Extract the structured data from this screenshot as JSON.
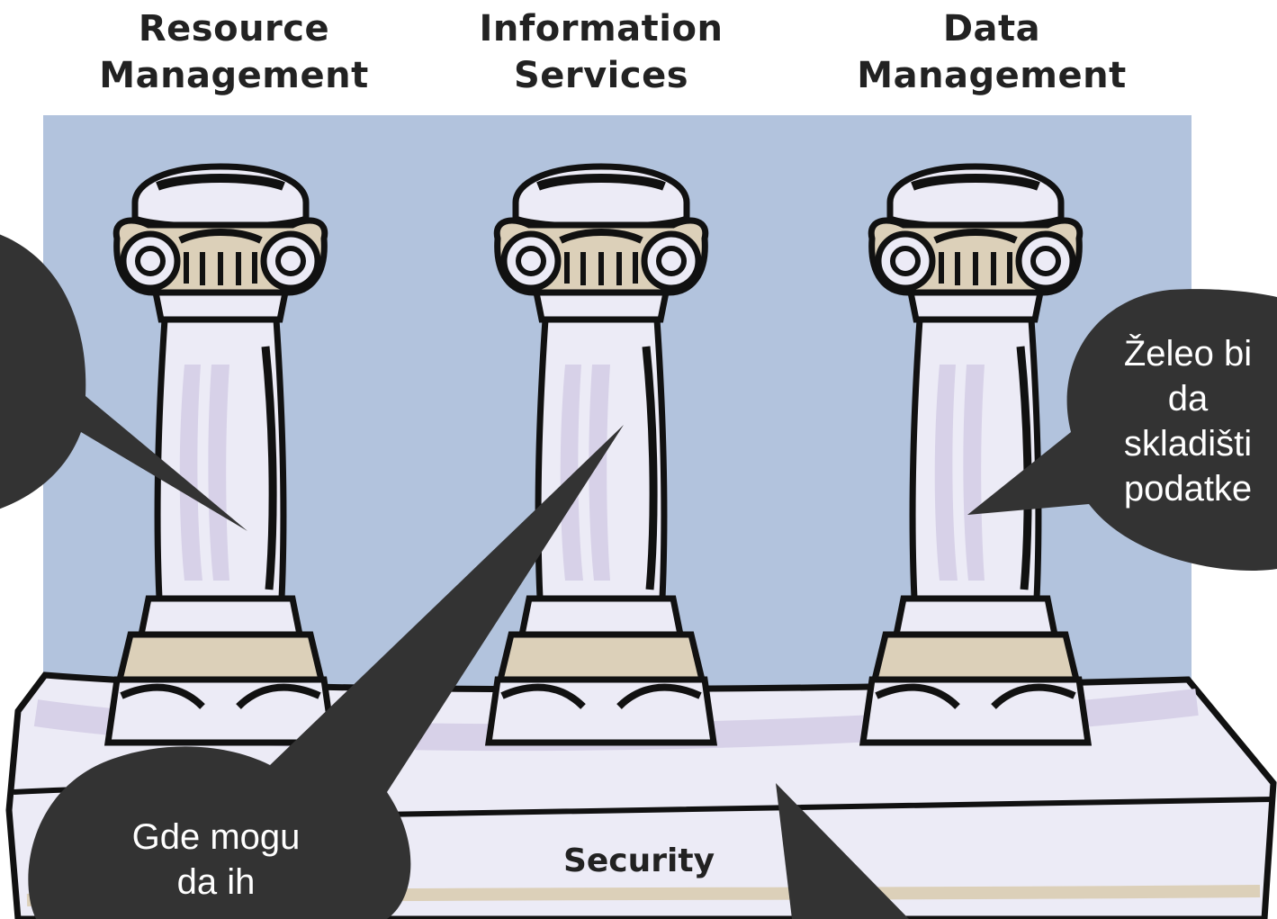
{
  "headers": [
    {
      "line1": "Resource",
      "line2": "Management"
    },
    {
      "line1": "Information",
      "line2": "Services"
    },
    {
      "line1": "Data",
      "line2": "Management"
    }
  ],
  "base_label": "Security",
  "bubbles": {
    "right": {
      "lines": [
        "Želeo bi",
        "da",
        "skladišti",
        "podatke"
      ]
    },
    "bottom": {
      "lines": [
        "Gde mogu",
        "da ih"
      ]
    }
  },
  "colors": {
    "backdrop": "#b2c3dd",
    "bubble": "#333333",
    "bubble_text": "#ffffff",
    "column_fill": "#ecebf6",
    "column_shadow": "#d7d1e8",
    "ornament_tan": "#dcd0b9",
    "outline": "#111111"
  }
}
